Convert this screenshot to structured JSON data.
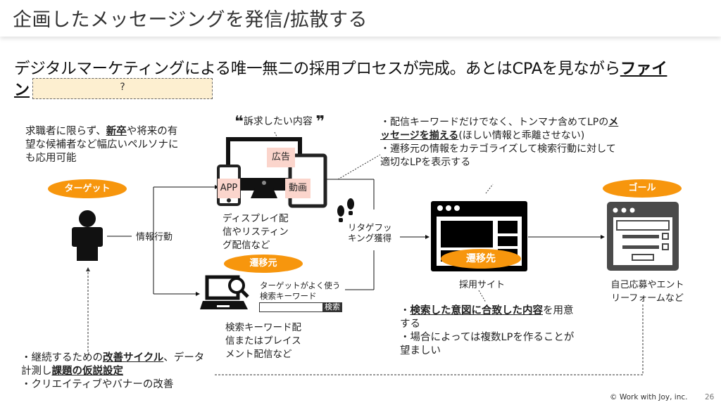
{
  "header": {
    "title": "企画したメッセージングを発信/拡散する"
  },
  "lead": {
    "text": "デジタルマーケティングによる唯一無二の採用プロセスが完成。あとはCPAを見ながら",
    "emphasis": "ファイ",
    "line2_fragment": "ン"
  },
  "sticky_note": {
    "text": "?",
    "color": "#fdefd0"
  },
  "target_note": {
    "prefix": "求職者に限らず、",
    "emphasis": "新卒",
    "suffix": "や将来の有望な候補者など幅広いペルソナにも応用可能"
  },
  "labels": {
    "target": "ターゲット",
    "source": "遷移元",
    "destination": "遷移先",
    "goal": "ゴール",
    "info_action": "情報行動",
    "retargeting": "リタゲフッキング獲得",
    "appeal": "訴求したい内容",
    "ad": "広告",
    "app": "APP",
    "video": "動画",
    "display_caption": "ディスプレイ配信やリスティング配信など",
    "keyword_caption": "ターゲットがよく使う検索キーワード",
    "search_button": "検索",
    "search_caption": "検索キーワード配信またはプレイスメント配信など",
    "recruit_site": "採用サイト",
    "goal_caption": "自己応募やエントリーフォームなど"
  },
  "lp_notes": {
    "item1_prefix": "・配信キーワードだけでなく、トンマナ含めてLPの",
    "item1_emphasis": "メッセージを揃える",
    "item1_suffix": "(ほしい情報と乖離させない)",
    "item2": "・遷移元の情報をカテゴライズして検索行動に対して適切なLPを表示する"
  },
  "site_notes": {
    "item1_emphasis": "検索した意図に合致した内容",
    "item1_suffix": "を用意する",
    "item1_bullet": "・",
    "item2": "・場合によっては複数LPを作ることが望ましい"
  },
  "improve_notes": {
    "item1_prefix": "・継続するための",
    "item1_emphasis1": "改善サイクル",
    "item1_mid": "、データ計測し",
    "item1_emphasis2": "課題の仮説設定",
    "item2": "・クリエイティブやバナーの改善"
  },
  "footer": {
    "copyright": "© Work with Joy, inc.",
    "page": "26"
  },
  "colors": {
    "accent": "#f7960d",
    "ad_highlight": "#fbd5cc",
    "icon": "#111111",
    "goal_icon": "#4a4a4a"
  }
}
